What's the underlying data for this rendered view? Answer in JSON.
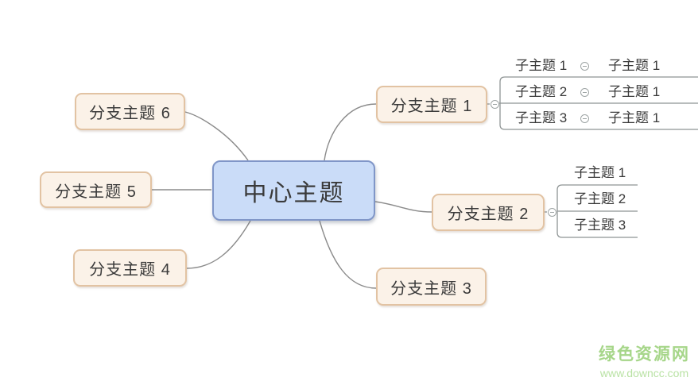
{
  "mindmap": {
    "central": {
      "label": "中心主题"
    },
    "branches": [
      {
        "label": "分支主题 1",
        "subtopics": [
          {
            "label": "子主题 1",
            "child": "子主题 1"
          },
          {
            "label": "子主题 2",
            "child": "子主题 1"
          },
          {
            "label": "子主题 3",
            "child": "子主题 1"
          }
        ]
      },
      {
        "label": "分支主题 2",
        "subtopics": [
          {
            "label": "子主题 1"
          },
          {
            "label": "子主题 2"
          },
          {
            "label": "子主题 3"
          }
        ]
      },
      {
        "label": "分支主题 3"
      },
      {
        "label": "分支主题 4"
      },
      {
        "label": "分支主题 5"
      },
      {
        "label": "分支主题 6"
      }
    ]
  },
  "icons": {
    "collapse": "minus-circle"
  },
  "colors": {
    "central_fill": "#cadcf8",
    "central_border": "#8096c8",
    "branch_fill": "#fbf2e8",
    "branch_border": "#e2c3a3",
    "connector_line": "#8b8b8b",
    "topic_text": "#3a3a3a",
    "watermark_title": "#a6d689",
    "watermark_url": "#b9e2a4"
  },
  "watermark": {
    "site_name": "绿色资源网",
    "site_url": "www.downcc.com"
  }
}
